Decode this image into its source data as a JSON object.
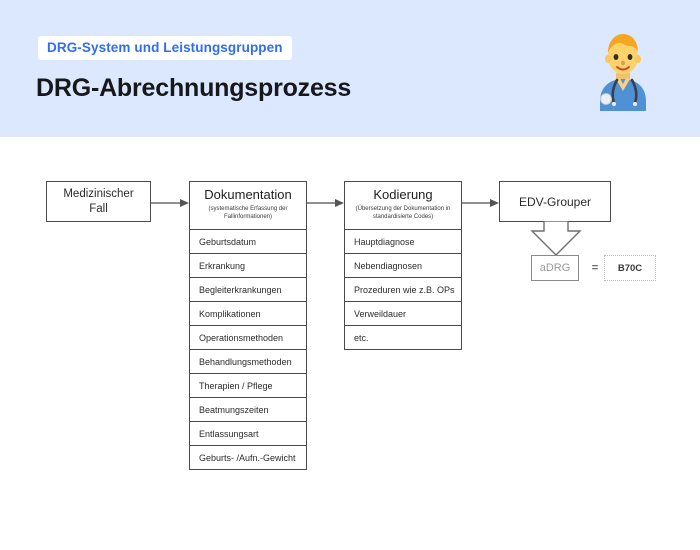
{
  "header": {
    "badge": "DRG-System und Leistungsgruppen",
    "title": "DRG-Abrechnungsprozess",
    "badge_text_color": "#2f6df6",
    "background_color": "#dbe8fd",
    "emoji_name": "doctor-emoji"
  },
  "diagram": {
    "start": {
      "label_line1": "Medizinischer",
      "label_line2": "Fall"
    },
    "columns": [
      {
        "title": "Dokumentation",
        "subtitle_line1": "(systematische Erfassung der",
        "subtitle_line2": "Fallinformationen)",
        "rows": [
          "Geburtsdatum",
          "Erkrankung",
          "Begleiterkrankungen",
          "Komplikationen",
          "Operationsmethoden",
          "Behandlungsmethoden",
          "Therapien / Pflege",
          "Beatmungszeiten",
          "Entlassungsart",
          "Geburts- /Aufn.-Gewicht"
        ]
      },
      {
        "title": "Kodierung",
        "subtitle_line1": "(Übersetzung der Dokumentation in",
        "subtitle_line2": "standardisierte Codes)",
        "rows": [
          "Hauptdiagnose",
          "Nebendiagnosen",
          "Prozeduren wie z.B. OPs",
          "Verweildauer",
          "etc."
        ]
      }
    ],
    "grouper": {
      "label": "EDV-Grouper"
    },
    "result": {
      "adrg_label": "aDRG",
      "equals": "=",
      "code": "B70C"
    },
    "stroke_color": "#4a4a4a",
    "muted_color": "#9a9a9a"
  }
}
